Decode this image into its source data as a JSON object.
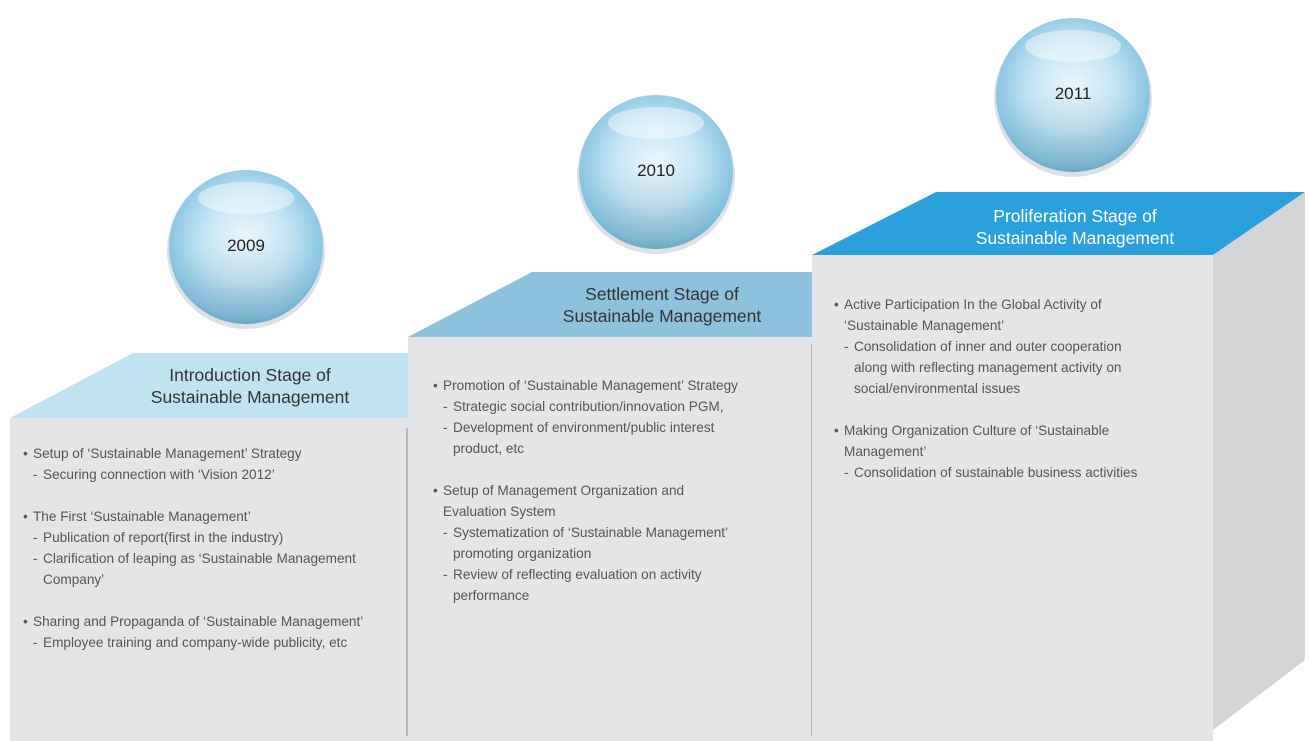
{
  "stages": [
    {
      "year": "2009",
      "title_lines": [
        "Introduction Stage of",
        "Sustainable Management"
      ],
      "groups": [
        {
          "head": [
            "Setup of ‘Sustainable Management’ Strategy"
          ],
          "subs": [
            [
              "Securing connection with ‘Vision 2012’"
            ]
          ]
        },
        {
          "head": [
            "The First ‘Sustainable Management’"
          ],
          "subs": [
            [
              "Publication of report(first in the industry)"
            ],
            [
              "Clarification of leaping as ‘Sustainable Management",
              "Company’"
            ]
          ]
        },
        {
          "head": [
            "Sharing and Propaganda of ‘Sustainable Management’"
          ],
          "subs": [
            [
              "Employee training and company-wide publicity, etc"
            ]
          ]
        }
      ]
    },
    {
      "year": "2010",
      "title_lines": [
        "Settlement Stage of",
        "Sustainable Management"
      ],
      "groups": [
        {
          "head": [
            "Promotion of ‘Sustainable Management’ Strategy"
          ],
          "subs": [
            [
              "Strategic social contribution/innovation PGM,"
            ],
            [
              "Development of environment/public interest",
              "product, etc"
            ]
          ]
        },
        {
          "head": [
            "Setup of Management Organization and",
            "Evaluation System"
          ],
          "subs": [
            [
              "Systematization of ‘Sustainable Management’",
              "promoting organization"
            ],
            [
              "Review of reflecting evaluation on activity",
              "performance"
            ]
          ]
        }
      ]
    },
    {
      "year": "2011",
      "title_lines": [
        "Proliferation Stage of",
        "Sustainable Management"
      ],
      "groups": [
        {
          "head": [
            "Active Participation In the Global Activity of",
            "‘Sustainable Management’"
          ],
          "subs": [
            [
              "Consolidation of inner and outer cooperation",
              "along with reflecting management activity on",
              "social/environmental issues"
            ]
          ]
        },
        {
          "head": [
            "Making Organization Culture of  ‘Sustainable",
            "Management’"
          ],
          "subs": [
            [
              "Consolidation of sustainable business activities"
            ]
          ]
        }
      ]
    }
  ],
  "colors": {
    "stage1_top": "#bfe3f1",
    "stage2_top": "#8dc2df",
    "stage3_top": "#2aa0dc",
    "face": "#e4e5e7",
    "side": "#d3d4d6",
    "divider": "#8a8a8a"
  }
}
